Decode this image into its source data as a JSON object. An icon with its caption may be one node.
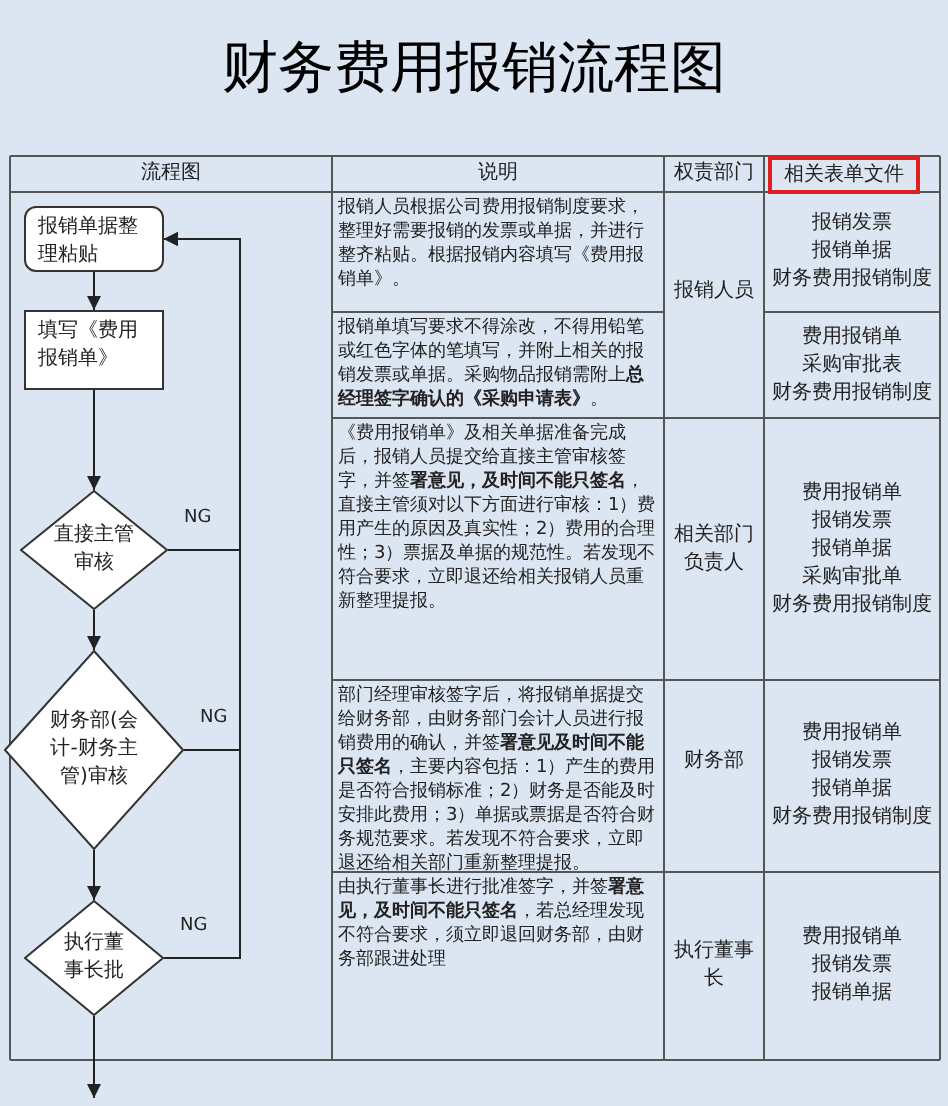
{
  "diagram": {
    "title": "财务费用报销流程图",
    "nodes": [
      {
        "text": [
          "报销单据整理粘贴"
        ]
      },
      {
        "text": [
          "填写《费用报销单》"
        ]
      },
      {
        "text": [
          "直接主管审核"
        ]
      },
      {
        "text": [
          "财务部(会计-财务主管)审核"
        ]
      },
      {
        "text": [
          "执行董事长批"
        ]
      },
      {
        "text": [
          "相关表单文件"
        ]
      }
    ],
    "edges": [
      {
        "from": 0,
        "to": 1,
        "arrow": "to"
      },
      {
        "from": 1,
        "to": 2,
        "arrow": "to"
      },
      {
        "from": 2,
        "to": 3,
        "arrow": "to"
      },
      {
        "from": 3,
        "to": 4,
        "arrow": "to"
      },
      {
        "from": 4,
        "to": null,
        "arrow": "to"
      },
      {
        "from": 2,
        "to": 0,
        "arrow": "to",
        "label": "NG"
      },
      {
        "from": 3,
        "to": 0,
        "arrow": "to",
        "label": "NG"
      },
      {
        "from": 4,
        "to": 0,
        "arrow": "to",
        "label": "NG"
      }
    ],
    "labels": [
      "流程图",
      "说明",
      "权责部门",
      "报销人员根据公司费用报销制度要求，整理好需要报销的发票或单据，并进行整齐粘贴。根据报销内容填写《费用报销单》。",
      "报销人员",
      "报销发票",
      "报销单据",
      "财务费用报销制度",
      "报销单填写要求不得涂改，不得用铅笔或红色字体的笔填写，并附上相关的报销发票或单据。采购物品报销需附上**总经理签字确认的《采购申请表》**。",
      "费用报销单",
      "采购审批表",
      "财务费用报销制度",
      "《费用报销单》及相关单据准备完成后，报销人员提交给直接主管审核签字，并签**署意见，及时间不能只签名**，直接主管须对以下方面进行审核：1）费用产生的原因及真实性；2）费用的合理性；3）票据及单据的规范性。若发现不符合要求，立即退还给相关报销人员重新整理提报。",
      "相关部门负责人",
      "费用报销单",
      "报销发票",
      "报销单据",
      "采购审批单",
      "财务费用报销制度",
      "部门经理审核签字后，将报销单据提交给财务部，由财务部门会计人员进行报销费用的确认，并签**署意见及时间不能只签名**，主要内容包括：1）产生的费用是否符合报销标准；2）财务是否能及时安排此费用；3）单据或票据是否符合财务规范要求。若发现不符合要求，立即退还给相关部门重新整理提报。",
      "财务部",
      "费用报销单",
      "报销发票",
      "报销单据",
      "财务费用报销制度",
      "由执行董事长进行批准签字，并签**署意见，及时间不能只签名**，若总经理发现不符合要求，须立即退回财务部，由财务部跟进处理",
      "执行董事长",
      "费用报销单",
      "报销发票",
      "报销单据"
    ]
  }
}
